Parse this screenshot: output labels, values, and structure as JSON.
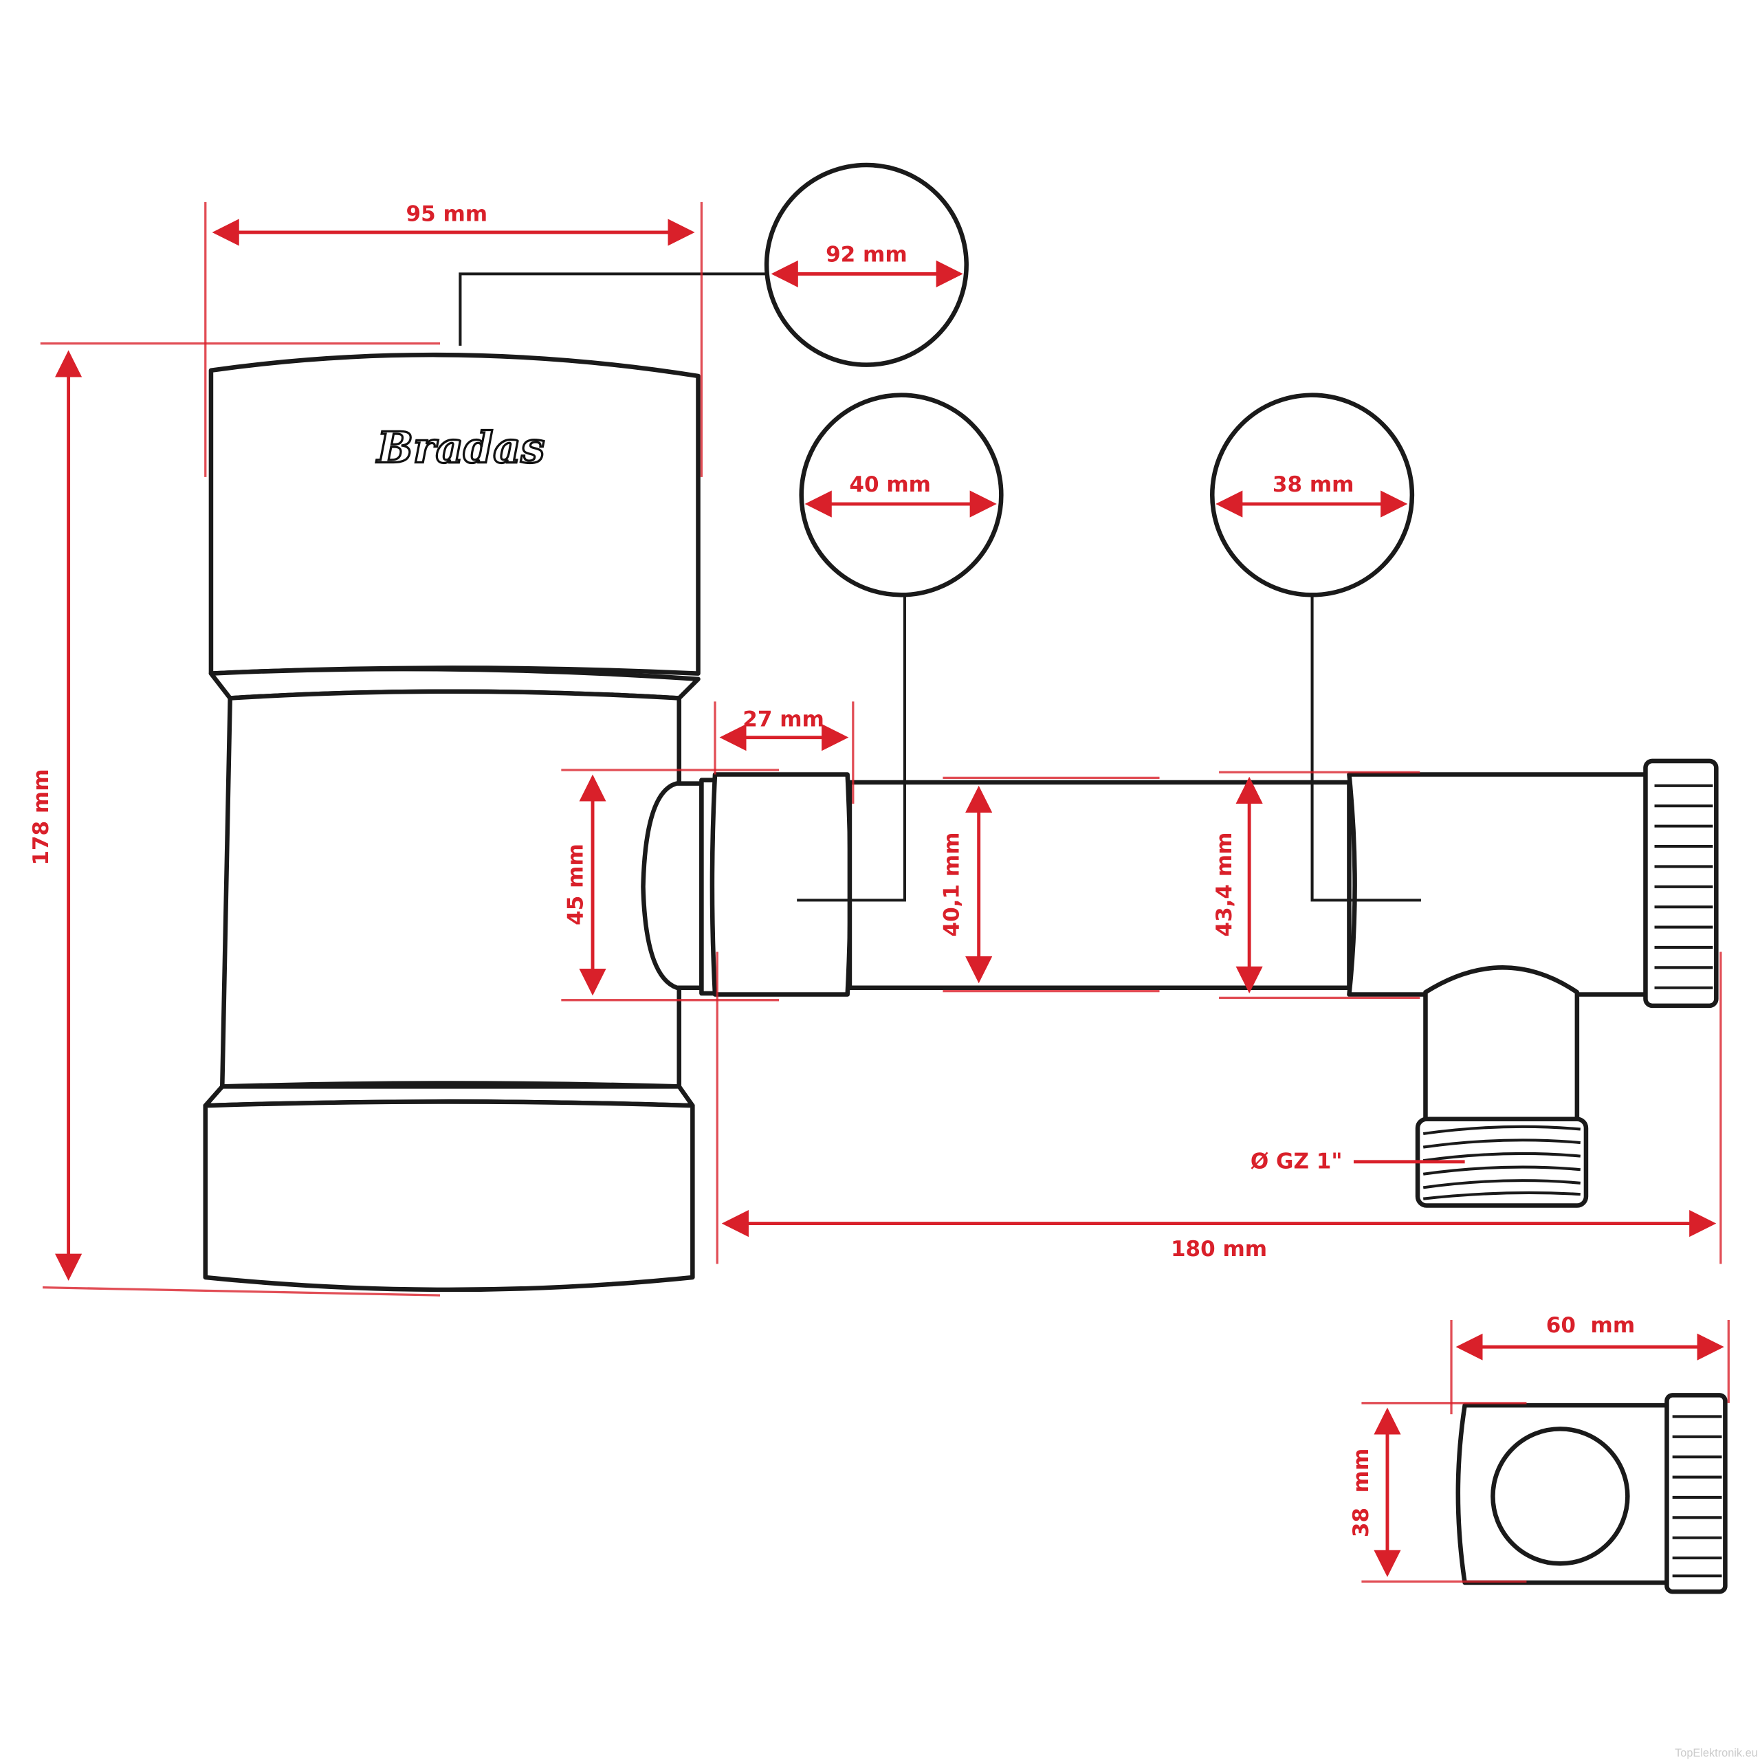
{
  "brand_logo": "Bradas",
  "watermark": "TopElektronik.eu",
  "colors": {
    "dimension": "#d9202a",
    "outline": "#1a1a1a",
    "background": "#ffffff"
  },
  "dimensions": {
    "cap_width": "95 mm",
    "cap_diameter": "92 mm",
    "pipe_diameter_1": "40 mm",
    "pipe_diameter_2": "38 mm",
    "socket_length": "27 mm",
    "total_height": "178 mm",
    "inlet_height": "45 mm",
    "pipe_inner_1": "40,1 mm",
    "pipe_inner_2": "43,4 mm",
    "thread": "Ø GZ 1\"",
    "total_length": "180 mm",
    "end_view_width": "60  mm",
    "end_view_height": "38  mm"
  }
}
